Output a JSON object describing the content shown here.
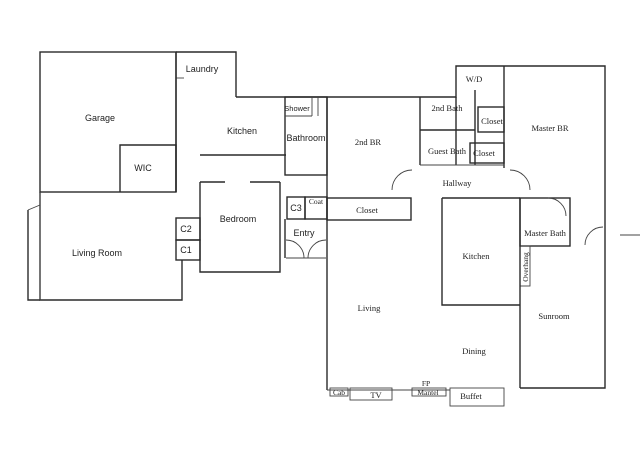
{
  "rooms": {
    "garage": "Garage",
    "laundry": "Laundry",
    "kitchen_left": "Kitchen",
    "shower": "Shower",
    "bathroom": "Bathroom",
    "wic": "WIC",
    "bedroom": "Bedroom",
    "c3": "C3",
    "coat": "Coat",
    "entry": "Entry",
    "c2": "C2",
    "c1": "C1",
    "living_room": "Living Room",
    "second_br": "2nd BR",
    "second_bath": "2nd Bath",
    "wd": "W/D",
    "closet_mb": "Closet",
    "master_br": "Master BR",
    "guest_bath": "Guest Bath",
    "closet_gb": "Closet",
    "hallway": "Hallway",
    "closet_hall": "Closet",
    "master_bath": "Master Bath",
    "kitchen_right": "Kitchen",
    "overhang": "Overhang",
    "living": "Living",
    "sunroom": "Sunroom",
    "dining": "Dining",
    "cab": "Cab",
    "tv": "TV",
    "fp": "FP",
    "mantel": "Mantel",
    "buffet": "Buffet"
  }
}
